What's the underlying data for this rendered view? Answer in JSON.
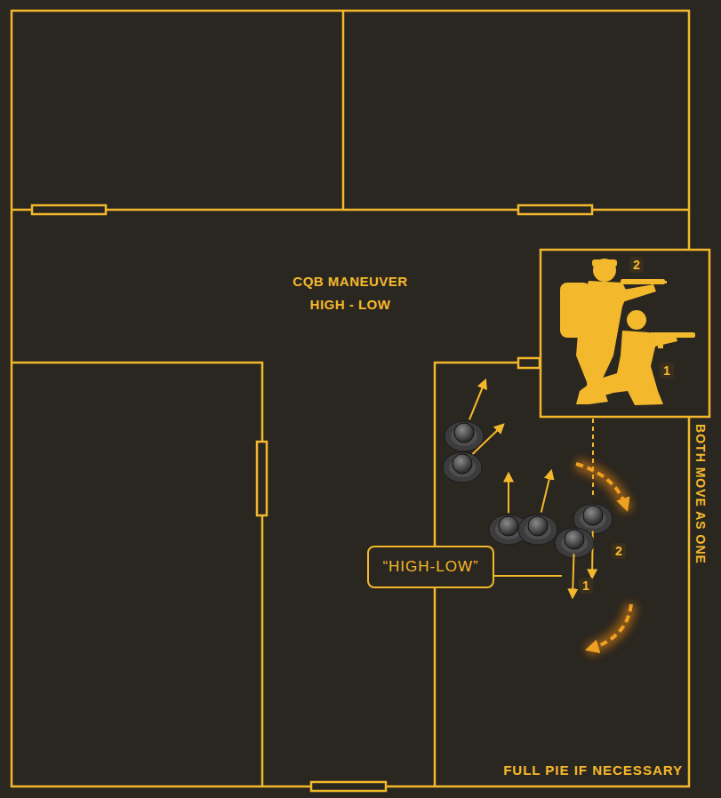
{
  "diagram": {
    "title": "CQB MANEUVER HIGH - LOW",
    "nodes": [
      {
        "text": [
          "2",
          "1"
        ]
      },
      {
        "text": [
          "“HIGH-LOW”"
        ]
      }
    ],
    "labels": [
      "BOTH MOVE AS ONE",
      "FULL PIE IF NECESSARY",
      "2",
      "1"
    ]
  }
}
